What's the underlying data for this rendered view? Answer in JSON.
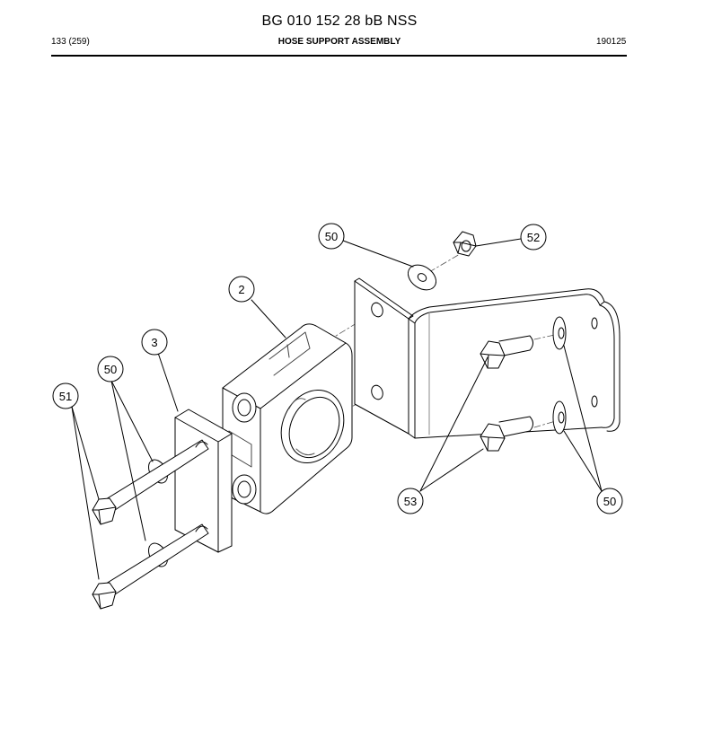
{
  "header": {
    "document_number": "BG 010 152 28 bB NSS",
    "page": "133 (259)",
    "title": "HOSE SUPPORT ASSEMBLY",
    "date_code": "190125"
  },
  "callouts": {
    "bracket_washer": "50",
    "nut": "52",
    "clamp": "2",
    "plate": "3",
    "washers_left": "50",
    "bolts_left": "51",
    "bolts_right": "53",
    "washers_right": "50"
  }
}
